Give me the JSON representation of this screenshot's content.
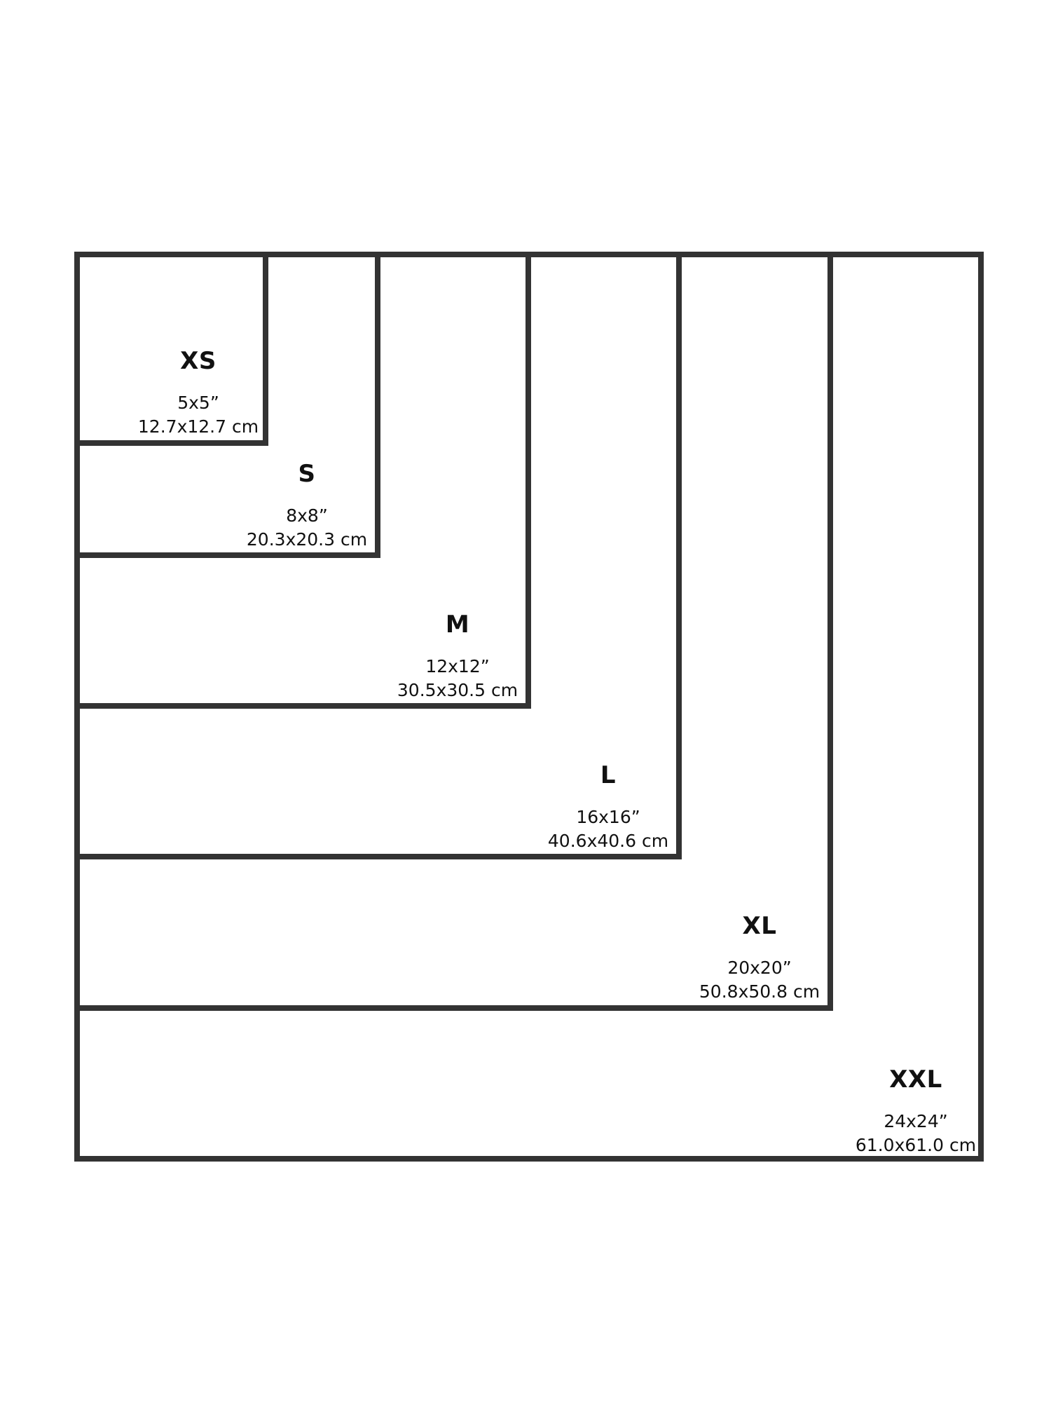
{
  "sizes": [
    {
      "code": "XS",
      "inches": "5x5”",
      "cm": "12.7x12.7 cm"
    },
    {
      "code": "S",
      "inches": "8x8”",
      "cm": "20.3x20.3 cm"
    },
    {
      "code": "M",
      "inches": "12x12”",
      "cm": "30.5x30.5 cm"
    },
    {
      "code": "L",
      "inches": "16x16”",
      "cm": "40.6x40.6 cm"
    },
    {
      "code": "XL",
      "inches": "20x20”",
      "cm": "50.8x50.8 cm"
    },
    {
      "code": "XXL",
      "inches": "24x24”",
      "cm": "61.0x61.0 cm"
    }
  ],
  "colors": {
    "border": "#333333",
    "text": "#111111",
    "background": "#ffffff"
  }
}
